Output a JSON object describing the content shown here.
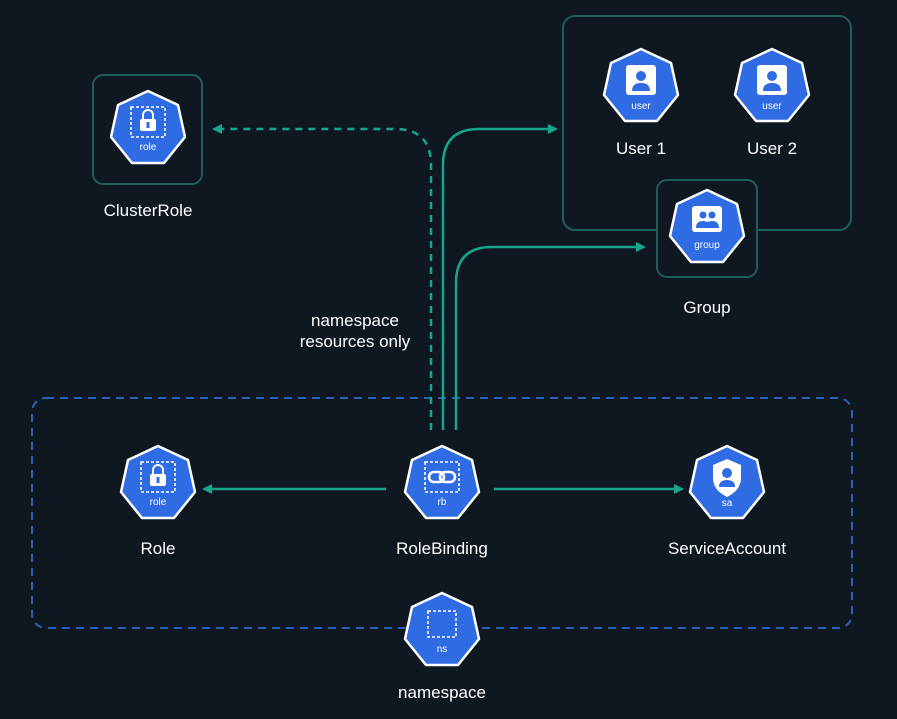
{
  "nodes": {
    "cluster_role": {
      "label": "ClusterRole",
      "badge": "role",
      "icon": "lock-icon"
    },
    "user_1": {
      "label": "User 1",
      "badge": "user",
      "icon": "user-icon"
    },
    "user_2": {
      "label": "User 2",
      "badge": "user",
      "icon": "user-icon"
    },
    "group": {
      "label": "Group",
      "badge": "group",
      "icon": "group-icon"
    },
    "role": {
      "label": "Role",
      "badge": "role",
      "icon": "lock-icon"
    },
    "role_binding": {
      "label": "RoleBinding",
      "badge": "rb",
      "icon": "link-icon"
    },
    "service_account": {
      "label": "ServiceAccount",
      "badge": "sa",
      "icon": "service-account-icon"
    },
    "namespace": {
      "label": "namespace",
      "badge": "ns",
      "icon": "namespace-icon"
    }
  },
  "annotations": {
    "scope_note_line1": "namespace",
    "scope_note_line2": "resources only"
  },
  "edges": [
    {
      "from": "RoleBinding",
      "to": "ClusterRole",
      "style": "dashed"
    },
    {
      "from": "RoleBinding",
      "to": "Users",
      "style": "solid"
    },
    {
      "from": "RoleBinding",
      "to": "Group",
      "style": "solid"
    },
    {
      "from": "RoleBinding",
      "to": "Role",
      "style": "solid"
    },
    {
      "from": "RoleBinding",
      "to": "ServiceAccount",
      "style": "solid"
    }
  ],
  "colors": {
    "background": "#0f1720",
    "teal_box_stroke": "#1c5f59",
    "arrow": "#16a68c",
    "namespace_border": "#2962b6",
    "icon_fill": "#2f6be3",
    "icon_stroke": "#ffffff",
    "text": "#ffffff"
  }
}
